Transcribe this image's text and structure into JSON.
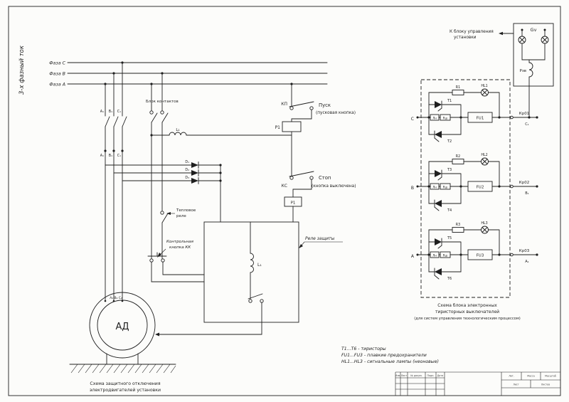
{
  "colors": {
    "ink": "#1f1f1f",
    "paper": "#fcfcfa"
  },
  "left": {
    "side_label": "3-х фазный ток",
    "phase_c": "Фаза С",
    "phase_b": "Фаза В",
    "phase_a": "Фаза А",
    "contact_block": "Блок контактов",
    "row1": {
      "a": "А₁",
      "b": "В₁",
      "c": "С₁"
    },
    "row2": {
      "a": "А₁",
      "b": "В₁",
      "c": "С₁"
    },
    "kp": "КП",
    "start1": "Пуск",
    "start2": "(пусковая кнопка)",
    "p1_coil": "Р1",
    "ks": "КС",
    "stop1": "Стоп",
    "stop2": "(кнопка выключена)",
    "p1_contact": "Р1",
    "l1_line": "L₁",
    "l1_coil": "L₁",
    "d1": "D₁",
    "d2": "D₂",
    "d3": "D₃",
    "thermal1": "Тепловое",
    "thermal2": "реле",
    "kk1": "Контрольная",
    "kk2": "кнопка КК",
    "relay_label": "Реле защиты",
    "motor": "АД",
    "motor_terminals": "А₂ В₂ С₂",
    "caption1": "Схема защитного отключения",
    "caption2": "электродвигателей установки"
  },
  "right": {
    "note1": "К блоку управления",
    "note2": "установки",
    "gv": "Gv",
    "rzv": "Рзв",
    "channels": [
      {
        "in": "С",
        "r": "R1",
        "hl": "HL1",
        "tt": "Т1",
        "tb": "Т2",
        "ln": "Лн",
        "rs": "Rш",
        "fu": "FU1",
        "out": "Кр01",
        "outsub": "С₁"
      },
      {
        "in": "В",
        "r": "R2",
        "hl": "HL2",
        "tt": "Т3",
        "tb": "Т4",
        "ln": "Лн",
        "rs": "Rш",
        "fu": "FU2",
        "out": "Кр02",
        "outsub": "В₁"
      },
      {
        "in": "А",
        "r": "R3",
        "hl": "HL3",
        "tt": "Т5",
        "tb": "Т6",
        "ln": "Лн",
        "rs": "Rш",
        "fu": "FU3",
        "out": "Кр03",
        "outsub": "А₁"
      }
    ],
    "caption1": "Схема блока электронных",
    "caption2": "тиристорных выключателей",
    "caption3": "(для систем управления технологическим процессом)"
  },
  "legend": {
    "l1": "Т1...Т6 - тиристоры",
    "l2": "FU1...FU3 - плавкие предохранители",
    "l3": "HL1...HL3 - сигнальные лампы (неоновые)"
  },
  "title_block": {
    "izm": "Изм.",
    "list": "Лист",
    "doc": "№ докум.",
    "podp": "Подп.",
    "date": "Дата",
    "lit": "Лит.",
    "massa": "Масса",
    "masshtab": "Масштаб",
    "list2": "Лист",
    "listov": "Листов"
  }
}
